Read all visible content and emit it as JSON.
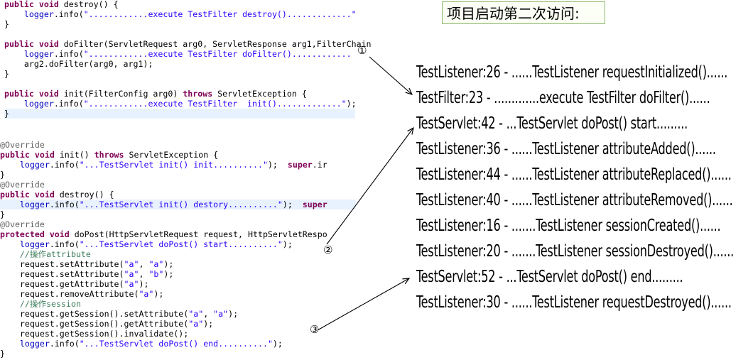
{
  "filter_code": [
    [
      {
        "t": "public void destroy() {",
        "c": "mixed1"
      }
    ],
    [
      {
        "t": "    logger.info(\"............execute TestFilter destroy().............\"",
        "c": "log"
      }
    ],
    [
      {
        "t": "}",
        "c": ""
      }
    ],
    [
      {
        "t": "",
        "c": ""
      }
    ],
    [
      {
        "t": "public void doFilter(ServletRequest arg0, ServletResponse arg1,FilterChain",
        "c": "mixed2"
      }
    ],
    [
      {
        "t": "    logger.info(\"............execute TestFilter doFilter()............",
        "c": "log"
      }
    ],
    [
      {
        "t": "    arg2.doFilter(arg0, arg1);",
        "c": ""
      }
    ],
    [
      {
        "t": "}",
        "c": ""
      }
    ],
    [
      {
        "t": "",
        "c": ""
      }
    ],
    [
      {
        "t": "public void init(FilterConfig arg0) throws ServletException {",
        "c": "mixed3"
      }
    ],
    [
      {
        "t": "    logger.info(\"............execute TestFilter  init().............\");",
        "c": "log"
      }
    ],
    [
      {
        "t": "}",
        "c": "hl"
      }
    ]
  ],
  "servlet_code": [
    "@Override",
    "public void init() throws ServletException {",
    "    logger.info(\"...TestServlet init() init..........\");  super.ir",
    "}",
    "@Override",
    "public void destroy() {",
    "    logger.info(\"...TestServlet init() destory..........\");  super",
    "}",
    "@Override",
    "protected void doPost(HttpServletRequest request, HttpServletRespo",
    "    logger.info(\"...TestServlet doPost() start..........\");",
    "    //操作attribute",
    "    request.setAttribute(\"a\", \"a\");",
    "    request.setAttribute(\"a\", \"b\");",
    "    request.getAttribute(\"a\");",
    "    request.removeAttribute(\"a\");",
    "    //操作session",
    "    request.getSession().setAttribute(\"a\", \"a\");",
    "    request.getSession().getAttribute(\"a\");",
    "    request.getSession().invalidate();",
    "    logger.info(\"...TestServlet doPost() end..........\");",
    "}"
  ],
  "title": "项目启动第二次访问:",
  "log_lines": [
    "TestListener:26 - ......TestListener requestInitialized()......",
    "TestFilter:23 - .............execute TestFilter doFilter()......",
    "TestServlet:42 - ...TestServlet doPost() start.........",
    "TestListener:36 - ......TestListener attributeAdded()......",
    "TestListener:44 - ......TestListener attributeReplaced()......",
    "TestListener:40 - ......TestListener attributeRemoved()......",
    "TestListener:16 - .......TestListener sessionCreated()......",
    "TestListener:20 - .......TestListener sessionDestroyed()......",
    "TestServlet:52 - ...TestServlet doPost() end.........",
    "TestListener:30 - ......TestListener requestDestroyed()......"
  ],
  "markers": [
    "①",
    "②",
    "③"
  ]
}
